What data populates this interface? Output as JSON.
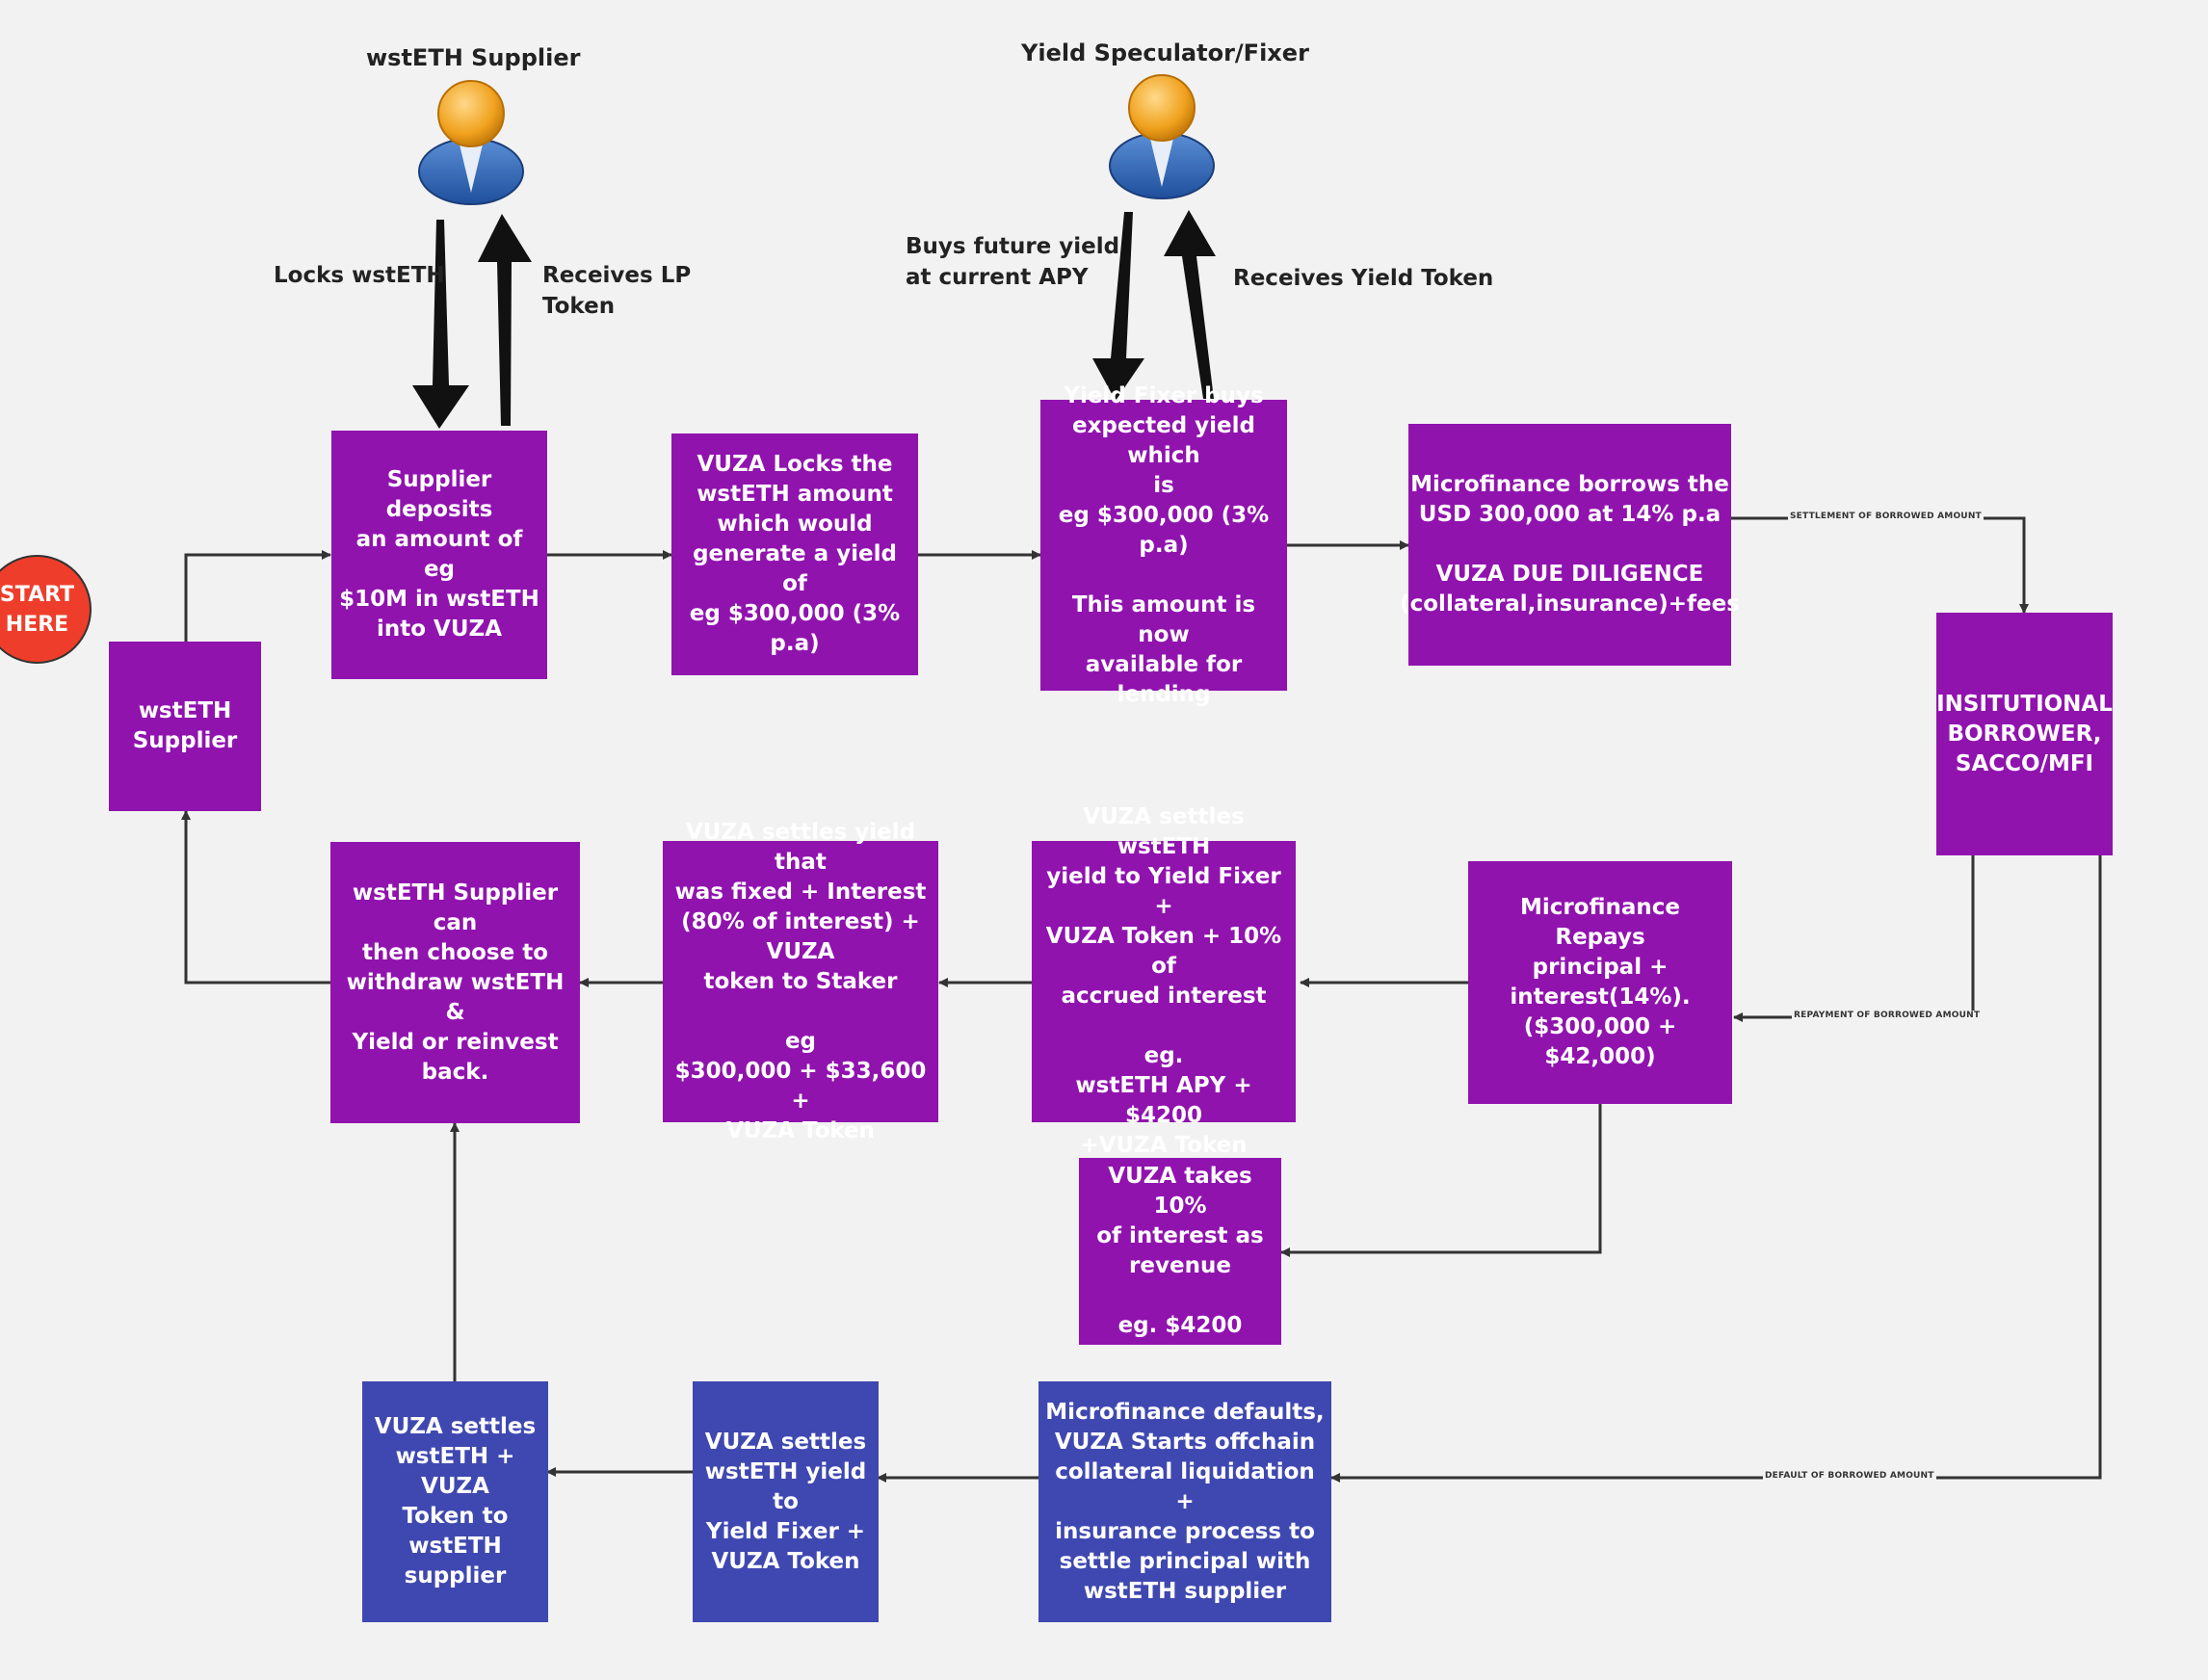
{
  "actors": {
    "supplier": "wstETH Supplier",
    "fixer": "Yield Speculator/Fixer"
  },
  "arrow_labels": {
    "locks": "Locks wstETH",
    "receives_lp": "Receives LP\nToken",
    "buys_future": "Buys future yield\nat current APY",
    "receives_yield": "Receives Yield Token"
  },
  "nodes": {
    "start": "START\nHERE",
    "supplier_small": "wstETH\nSupplier",
    "deposit": "Supplier deposits\nan amount of eg\n$10M in wstETH\ninto VUZA",
    "locks": "VUZA Locks the\nwstETH amount\nwhich would\ngenerate a yield of\neg $300,000 (3% p.a)",
    "fixer_buys": "Yield Fixer buys\nexpected yield which\nis\neg $300,000 (3% p.a)\n\nThis amount is now\navailable for lending",
    "borrows": "Microfinance borrows the\nUSD 300,000 at 14% p.a\n\nVUZA DUE DILIGENCE\n(collateral,insurance)+fees",
    "institutional": "INSITUTIONAL\nBORROWER,\nSACCO/MFI",
    "repays": "Microfinance Repays\nprincipal +\ninterest(14%).\n($300,000 + $42,000)",
    "settles_fixer": "VUZA settles wstETH\nyield to Yield Fixer +\nVUZA Token + 10% of\naccrued interest\n\neg.\nwstETH APY + $4200\n+VUZA Token",
    "settles_staker": "VUZA settles yield that\nwas fixed + Interest\n(80% of interest) + VUZA\ntoken to Staker\n\neg\n$300,000 + $33,600 +\nVUZA Token",
    "withdraw": "wstETH Supplier can\nthen choose to\nwithdraw  wstETH &\nYield or reinvest\nback.",
    "revenue": "VUZA takes 10%\nof interest as\nrevenue\n\neg. $4200",
    "defaults": "Microfinance defaults,\nVUZA Starts offchain\ncollateral liquidation  +\ninsurance process to\nsettle principal with\nwstETH supplier",
    "settles_yield_default": "VUZA settles\nwstETH yield to\nYield Fixer +\nVUZA Token",
    "settles_supplier_default": "VUZA settles\nwstETH  + VUZA\nToken to\nwstETH supplier"
  },
  "edge_labels": {
    "settlement": "SETTLEMENT OF BORROWED AMOUNT",
    "repayment": "REPAYMENT OF BORROWED AMOUNT",
    "default": "DEFAULT OF BORROWED AMOUNT"
  },
  "colors": {
    "process": "#9013ae",
    "default_path": "#3f48b0",
    "start": "#ee3e2b",
    "background": "#f2f2f2",
    "connector": "#333333"
  },
  "icons": [
    "user-icon",
    "user-icon"
  ]
}
